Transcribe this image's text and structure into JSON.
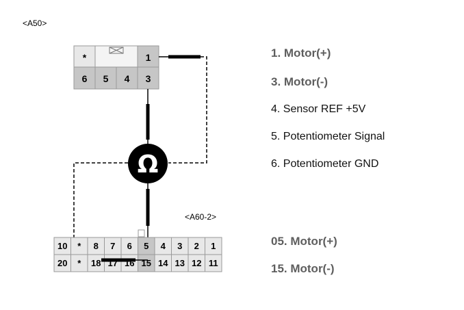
{
  "connectors": {
    "a50": {
      "label": "<A50>",
      "top_row": [
        "*",
        "1"
      ],
      "bottom_row": [
        "6",
        "5",
        "4",
        "3"
      ]
    },
    "a60": {
      "label": "<A60-2>",
      "top_row": [
        "10",
        "*",
        "8",
        "7",
        "6",
        "5",
        "4",
        "3",
        "2",
        "1"
      ],
      "bottom_row": [
        "20",
        "*",
        "18",
        "17",
        "16",
        "15",
        "14",
        "13",
        "12",
        "11"
      ]
    }
  },
  "motor_symbol": "Ω",
  "legend_a50": [
    "1. Motor(+)",
    "3. Motor(-)",
    "4. Sensor REF +5V",
    "5. Potentiometer Signal",
    "6. Potentiometer GND"
  ],
  "legend_a60": [
    "05. Motor(+)",
    "15. Motor(-)"
  ],
  "colors": {
    "pin_fill": "#e8e8e8",
    "pin_fill_highlight": "#c6c6c6",
    "wire": "#000000",
    "legend_bold": "#5e5e5e"
  }
}
